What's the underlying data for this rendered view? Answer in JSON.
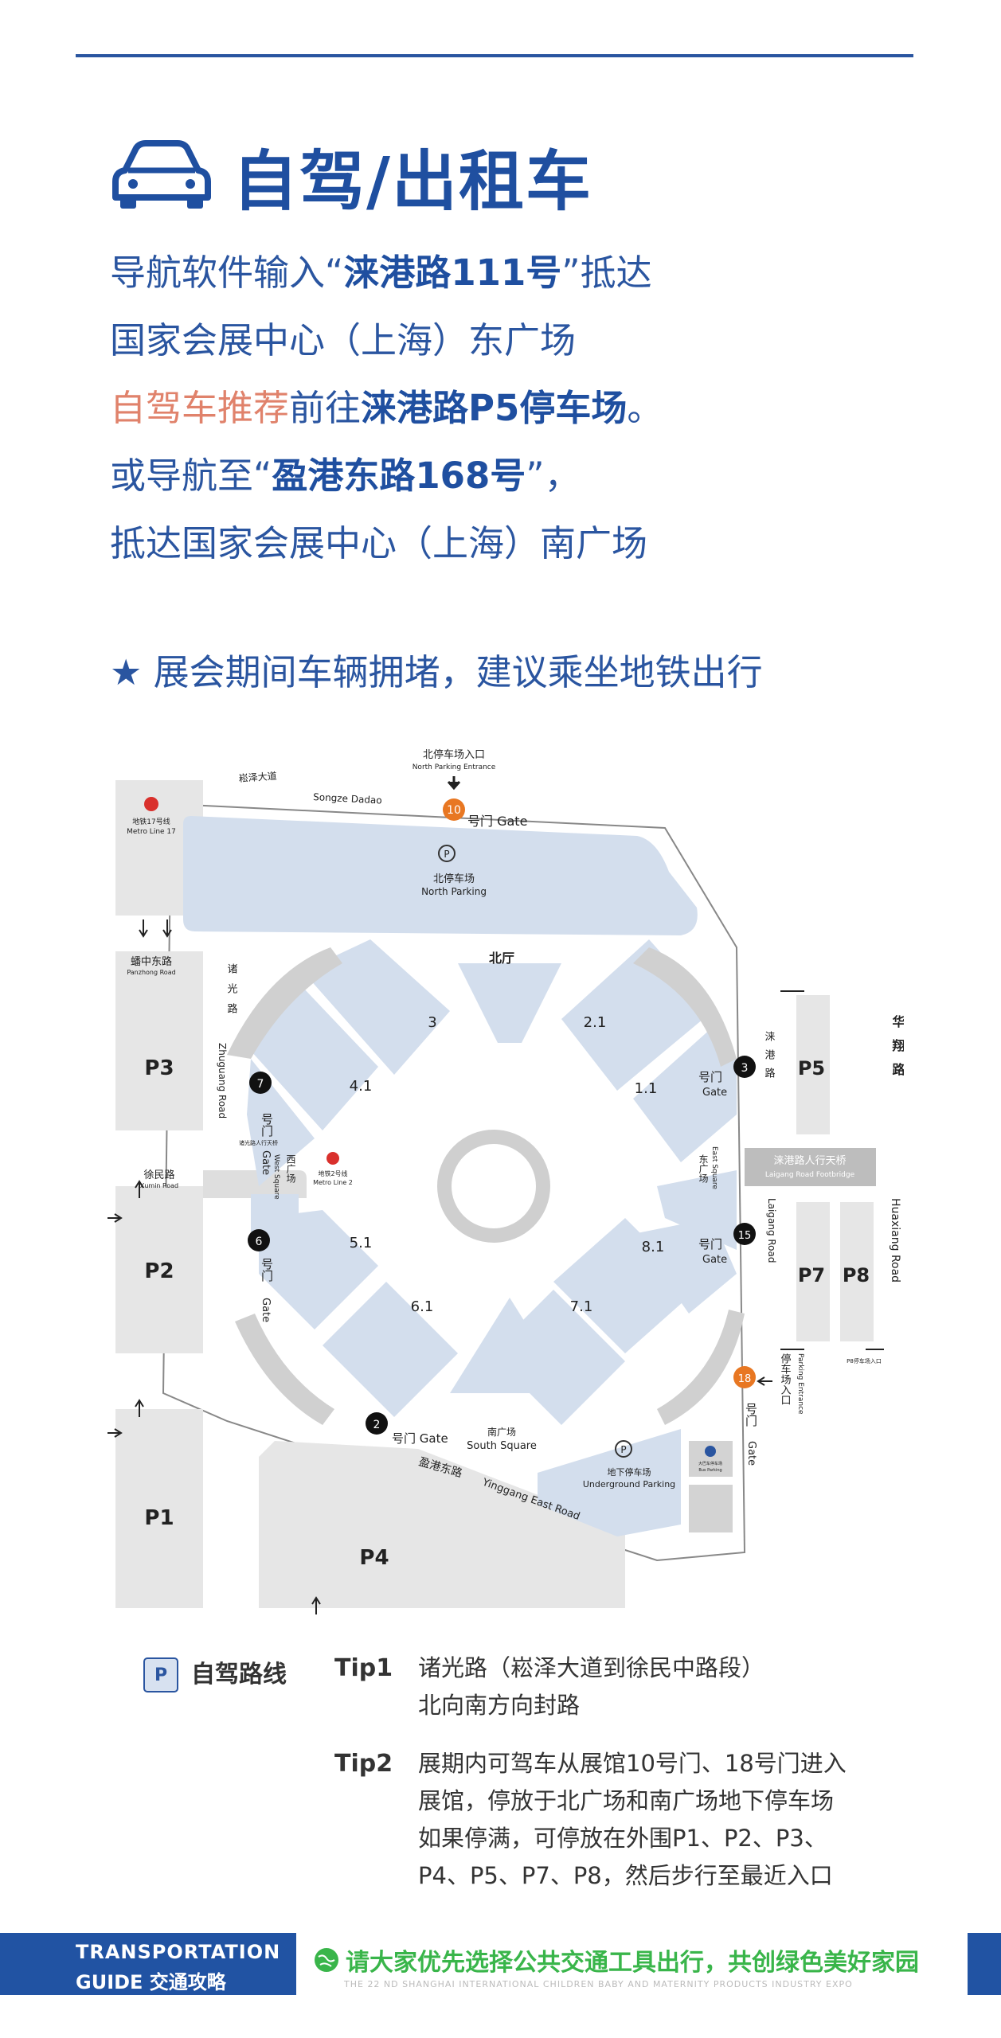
{
  "heading": {
    "title": "自驾/出租车"
  },
  "intro": {
    "l1_a": "导航软件输入“",
    "l1_b": "涞港路111号",
    "l1_c": "”抵达",
    "l2": "国家会展中心（上海）东广场",
    "l3_red": "自驾车推荐",
    "l3_a": "前往",
    "l3_b": "涞港路P5停车场",
    "l3_c": "。",
    "l4_a": "或导航至“",
    "l4_b": "盈港东路168号",
    "l4_c": "”，",
    "l5": "抵达国家会展中心（上海）南广场"
  },
  "advice": "★ 展会期间车辆拥堵，建议乘坐地铁出行",
  "map": {
    "north_entrance_cn": "北停车场入口",
    "north_entrance_en": "North Parking Entrance",
    "songze_cn": "崧泽大道",
    "songze_en": "Songze Dadao",
    "gate10_num": "10",
    "gate10_label": "号门 Gate",
    "north_parking_cn": "北停车场",
    "north_parking_en": "North Parking",
    "metro17_cn": "地铁17号线",
    "metro17_en": "Metro Line 17",
    "north_hall": "北厅",
    "panzhong_cn": "蟠中东路",
    "panzhong_en": "Panzhong Road",
    "zhuguang_cn": "诸光路",
    "zhuguang_en": "Zhuguang Road",
    "p3": "P3",
    "p5": "P5",
    "p2": "P2",
    "p1": "P1",
    "p4": "P4",
    "p7": "P7",
    "p8": "P8",
    "hall_3": "3",
    "hall_21": "2.1",
    "hall_41": "4.1",
    "hall_11": "1.1",
    "hall_51": "5.1",
    "hall_81": "8.1",
    "hall_61": "6.1",
    "hall_71": "7.1",
    "gate7_num": "7",
    "gate3_num": "3",
    "gate6_num": "6",
    "gate15_num": "15",
    "gate18_num": "18",
    "gate2_num": "2",
    "gate_hm": "号门",
    "gate_en": "Gate",
    "laigang_cn": "涞港路",
    "laigang_en": "Laigang Road",
    "huaxiang_cn": "华翔路",
    "huaxiang_en": "Huaxiang Road",
    "footbridge_cn": "涞港路人行天桥",
    "footbridge_en": "Laigang Road Footbridge",
    "xumin_cn": "徐民路",
    "xumin_en": "Xumin Road",
    "zhuguang_bridge": "诸光路人行天桥",
    "west_square_cn": "西广场",
    "west_square_en": "West Square",
    "metro2_cn": "地铁2号线",
    "metro2_en": "Metro Line 2",
    "east_square_cn": "东广场",
    "east_square_en": "East Square",
    "p8_entrance": "P8停车场入口",
    "parking_entrance_cn": "停车场入口",
    "parking_entrance_en": "Parking Entrance",
    "south_square_cn": "南广场",
    "south_square_en": "South Square",
    "underground_cn": "地下停车场",
    "underground_en": "Underground Parking",
    "bus_cn": "大巴车停车场",
    "bus_en": "Bus Parking",
    "yinggang_cn": "盈港东路",
    "yinggang_en": "Yinggang East Road",
    "gate2_label": "号门 Gate",
    "p_symbol": "P"
  },
  "tips": {
    "legend_symbol": "P",
    "legend_label": "自驾路线",
    "tip1_label": "Tip1",
    "tip1_l1": "诸光路（崧泽大道到徐民中路段）",
    "tip1_l2": "北向南方向封路",
    "tip2_label": "Tip2",
    "tip2_l1": "展期内可驾车从展馆10号门、18号门进入",
    "tip2_l2": "展馆，停放于北广场和南广场地下停车场",
    "tip2_l3": "如果停满，可停放在外围P1、P2、P3、",
    "tip2_l4": "P4、P5、P7、P8，然后步行至最近入口"
  },
  "footer": {
    "brand_l1": "TRANSPORTATION",
    "brand_l2": "GUIDE 交通攻略",
    "slogan": "请大家优先选择公共交通工具出行，共创绿色美好家园",
    "subline": "THE 22 ND SHANGHAI INTERNATIONAL CHILDREN BABY AND MATERNITY PRODUCTS INDUSTRY EXPO"
  }
}
